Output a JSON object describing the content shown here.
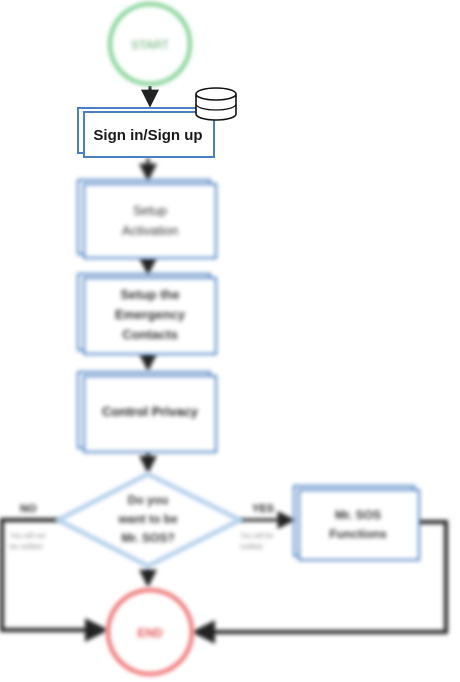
{
  "nodes": {
    "start": {
      "label": "START"
    },
    "signin": {
      "label": "Sign in/Sign up"
    },
    "activation": {
      "line1": "Setup",
      "line2": "Activation"
    },
    "emergency": {
      "line1": "Setup the",
      "line2": "Emergency",
      "line3": "Contacts"
    },
    "privacy": {
      "label": "Control Privacy"
    },
    "decision": {
      "line1": "Do you",
      "line2": "want to be",
      "line3": "Mr. SOS?"
    },
    "functions": {
      "line1": "Mr. SOS",
      "line2": "Functions"
    },
    "end": {
      "label": "END"
    }
  },
  "edges": {
    "no": {
      "label": "NO",
      "note1": "You will not",
      "note2": "be notified"
    },
    "yes": {
      "label": "YES",
      "note1": "You will be",
      "note2": "notified"
    }
  },
  "icons": {
    "database": "database-icon"
  },
  "colors": {
    "start": "#7ccf8e",
    "box": "#4a7fc1",
    "diamond": "#a9c8e8",
    "end": "#ee6b6b",
    "line": "#222222"
  }
}
